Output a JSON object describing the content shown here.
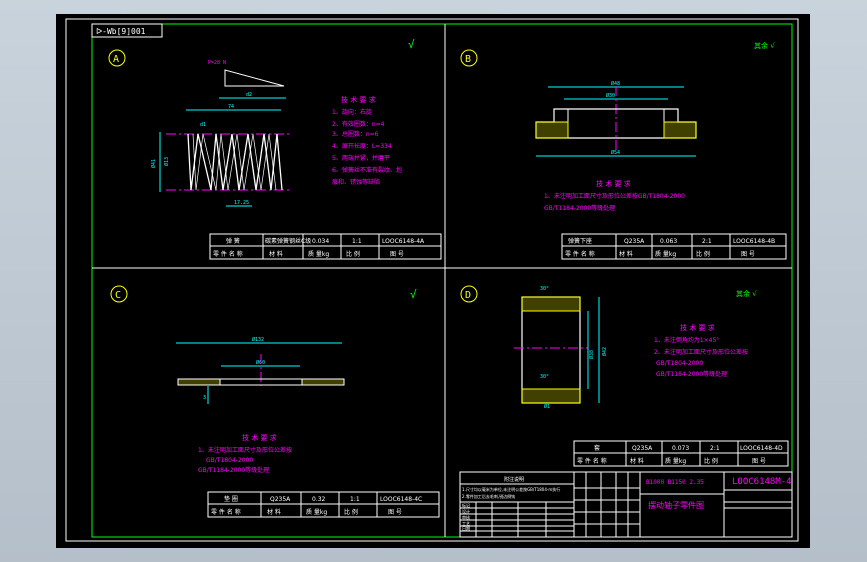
{
  "drawing_no": "ᐅ-Wb[9]001",
  "colors": {
    "frame": "#ffffff",
    "border": "#00ff00",
    "dim": "#00ffff",
    "part": "#ffff00",
    "text": "#ff00ff",
    "center": "#ff00ff"
  },
  "views": {
    "a": {
      "label": "A",
      "roughness": "√",
      "dims": {
        "pressure": "P=28 N",
        "d2": "d2",
        "d1": "74",
        "od": "Ø41",
        "left": "Ø13",
        "gap": "17.25"
      },
      "notes_title": "技 术 要 求",
      "notes": [
        "1、旋向：右旋",
        "2、有效圈数：n=4",
        "3、总圈数：n=6",
        "4、展开长度：L=334",
        "5、两端并紧，并磨平",
        "6、弹簧丝不准有裂纹、划",
        "  痕和、锈蚀等缺陷"
      ],
      "table_row1": [
        "弹  簧",
        "碳素弹簧钢丝C级",
        "0.034",
        "1:1",
        "LOOC6148-4A"
      ],
      "table_row2": [
        "零 件 名 称",
        "材   料",
        "质 量kg",
        "比 例",
        "图   号"
      ]
    },
    "b": {
      "label": "B",
      "roughness": "其余 √",
      "dims": {
        "top": "Ø48",
        "inner": "Ø30",
        "bottom": "Ø54"
      },
      "notes_title": "技 术 要 求",
      "notes": [
        "1、未注明加工面尺寸及形位公差按GB/T1804-2000",
        "GB/T1184-2000等级处理"
      ],
      "table_row1": [
        "弹簧下座",
        "Q235A",
        "0.063",
        "2:1",
        "LOOC6148-4B"
      ],
      "table_row2": [
        "零 件 名 称",
        "材   料",
        "质 量kg",
        "比 例",
        "图   号"
      ]
    },
    "c": {
      "label": "C",
      "roughness": "√",
      "dims": {
        "outer": "Ø132",
        "inner": "Ø60",
        "thick": "3"
      },
      "notes_title": "技 术 要 求",
      "notes": [
        "1、未注明加工面尺寸及形位公差按",
        "GB/T1804-2000",
        "GB/T1184-2000等级处理"
      ],
      "table_row1": [
        "垫  圈",
        "Q235A",
        "0.32",
        "1:1",
        "LOOC6148-4C"
      ],
      "table_row2": [
        "零 件 名 称",
        "材   料",
        "质 量kg",
        "比 例",
        "图   号"
      ]
    },
    "d": {
      "label": "D",
      "roughness": "其余 √",
      "dims": {
        "top": "30°",
        "right": "Ø38",
        "right2": "Ø42",
        "bottom": "30°",
        "bottom2": "Ø1"
      },
      "notes_title": "技 术 要 求",
      "notes": [
        "1、未注倒角均为1×45°",
        "2、未注明加工面尺寸及形位公差按",
        "GB/T1804-2000",
        "GB/T1184-2000等级处理"
      ],
      "table_row1": [
        "套",
        "Q235A",
        "0.073",
        "2:1",
        "LOOC6148-4D"
      ],
      "table_row2": [
        "零 件 名 称",
        "材   料",
        "质 量kg",
        "比 例",
        "图   号"
      ]
    }
  },
  "title_block": {
    "drawing_code": "LOOC6148M-4",
    "scale_note": "B1000  B1150  2.35",
    "name": "摆动轴子零件图",
    "note_title": "附注说明",
    "note_lines": [
      "1.尺寸均以毫米为单位,未注明公差按GB/T1804-m执行",
      "2.零件加工后去毛刺,锐边倒钝"
    ],
    "rows": [
      "标记",
      "设计",
      "审核",
      "工艺",
      "日期"
    ]
  }
}
